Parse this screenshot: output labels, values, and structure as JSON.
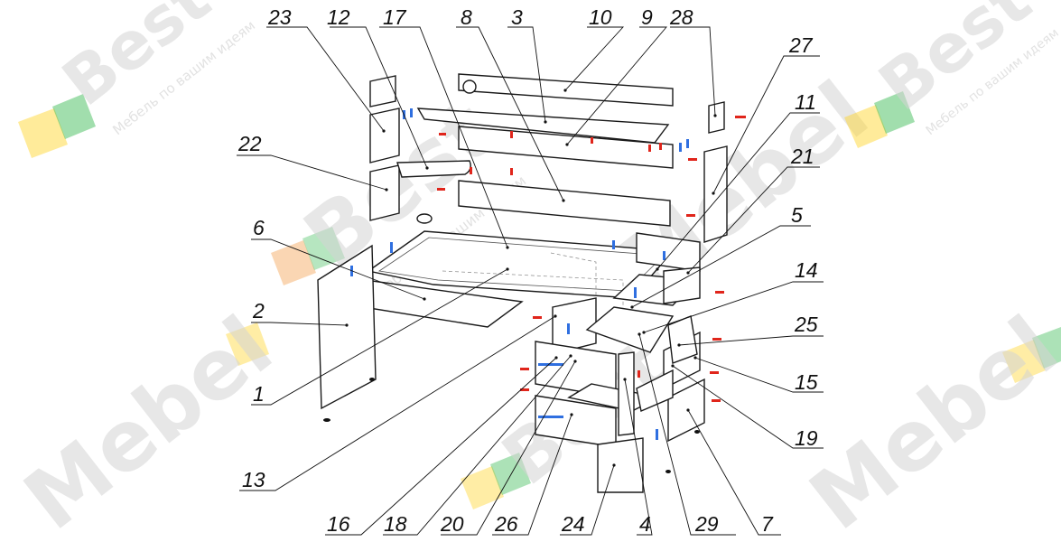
{
  "watermark": {
    "brand_main": "Best",
    "brand_sub": "Mebel",
    "tagline": "Мебель по вашим идеям",
    "colors": {
      "yellow": "#ffd21f",
      "green": "#2fb64a",
      "orange": "#f08a24"
    }
  },
  "parts": [
    {
      "id": "p1",
      "label": "1"
    },
    {
      "id": "p2",
      "label": "2"
    },
    {
      "id": "p3",
      "label": "3"
    },
    {
      "id": "p4",
      "label": "4"
    },
    {
      "id": "p5",
      "label": "5"
    },
    {
      "id": "p6",
      "label": "6"
    },
    {
      "id": "p7",
      "label": "7"
    },
    {
      "id": "p8",
      "label": "8"
    },
    {
      "id": "p9",
      "label": "9"
    },
    {
      "id": "p10",
      "label": "10"
    },
    {
      "id": "p11",
      "label": "11"
    },
    {
      "id": "p12",
      "label": "12"
    },
    {
      "id": "p13",
      "label": "13"
    },
    {
      "id": "p14",
      "label": "14"
    },
    {
      "id": "p15",
      "label": "15"
    },
    {
      "id": "p16",
      "label": "16"
    },
    {
      "id": "p17",
      "label": "17"
    },
    {
      "id": "p18",
      "label": "18"
    },
    {
      "id": "p19",
      "label": "19"
    },
    {
      "id": "p20",
      "label": "20"
    },
    {
      "id": "p21",
      "label": "21"
    },
    {
      "id": "p22",
      "label": "22"
    },
    {
      "id": "p23",
      "label": "23"
    },
    {
      "id": "p24",
      "label": "24"
    },
    {
      "id": "p25",
      "label": "25"
    },
    {
      "id": "p26",
      "label": "26"
    },
    {
      "id": "p27",
      "label": "27"
    },
    {
      "id": "p28",
      "label": "28"
    },
    {
      "id": "p29",
      "label": "29"
    }
  ]
}
